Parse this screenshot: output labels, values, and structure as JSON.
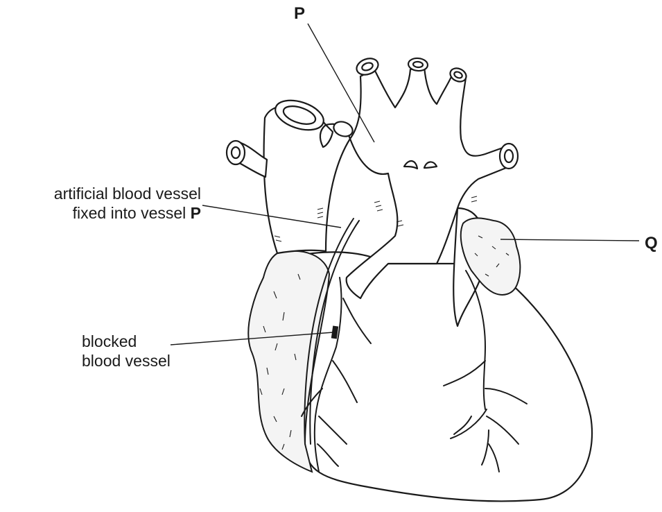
{
  "labels": {
    "p": "P",
    "q": "Q",
    "artificial_line1": "artificial blood vessel",
    "artificial_line2_text": "fixed into vessel ",
    "artificial_line2_bold": "P",
    "blocked_line1": "blocked",
    "blocked_line2": "blood vessel"
  }
}
